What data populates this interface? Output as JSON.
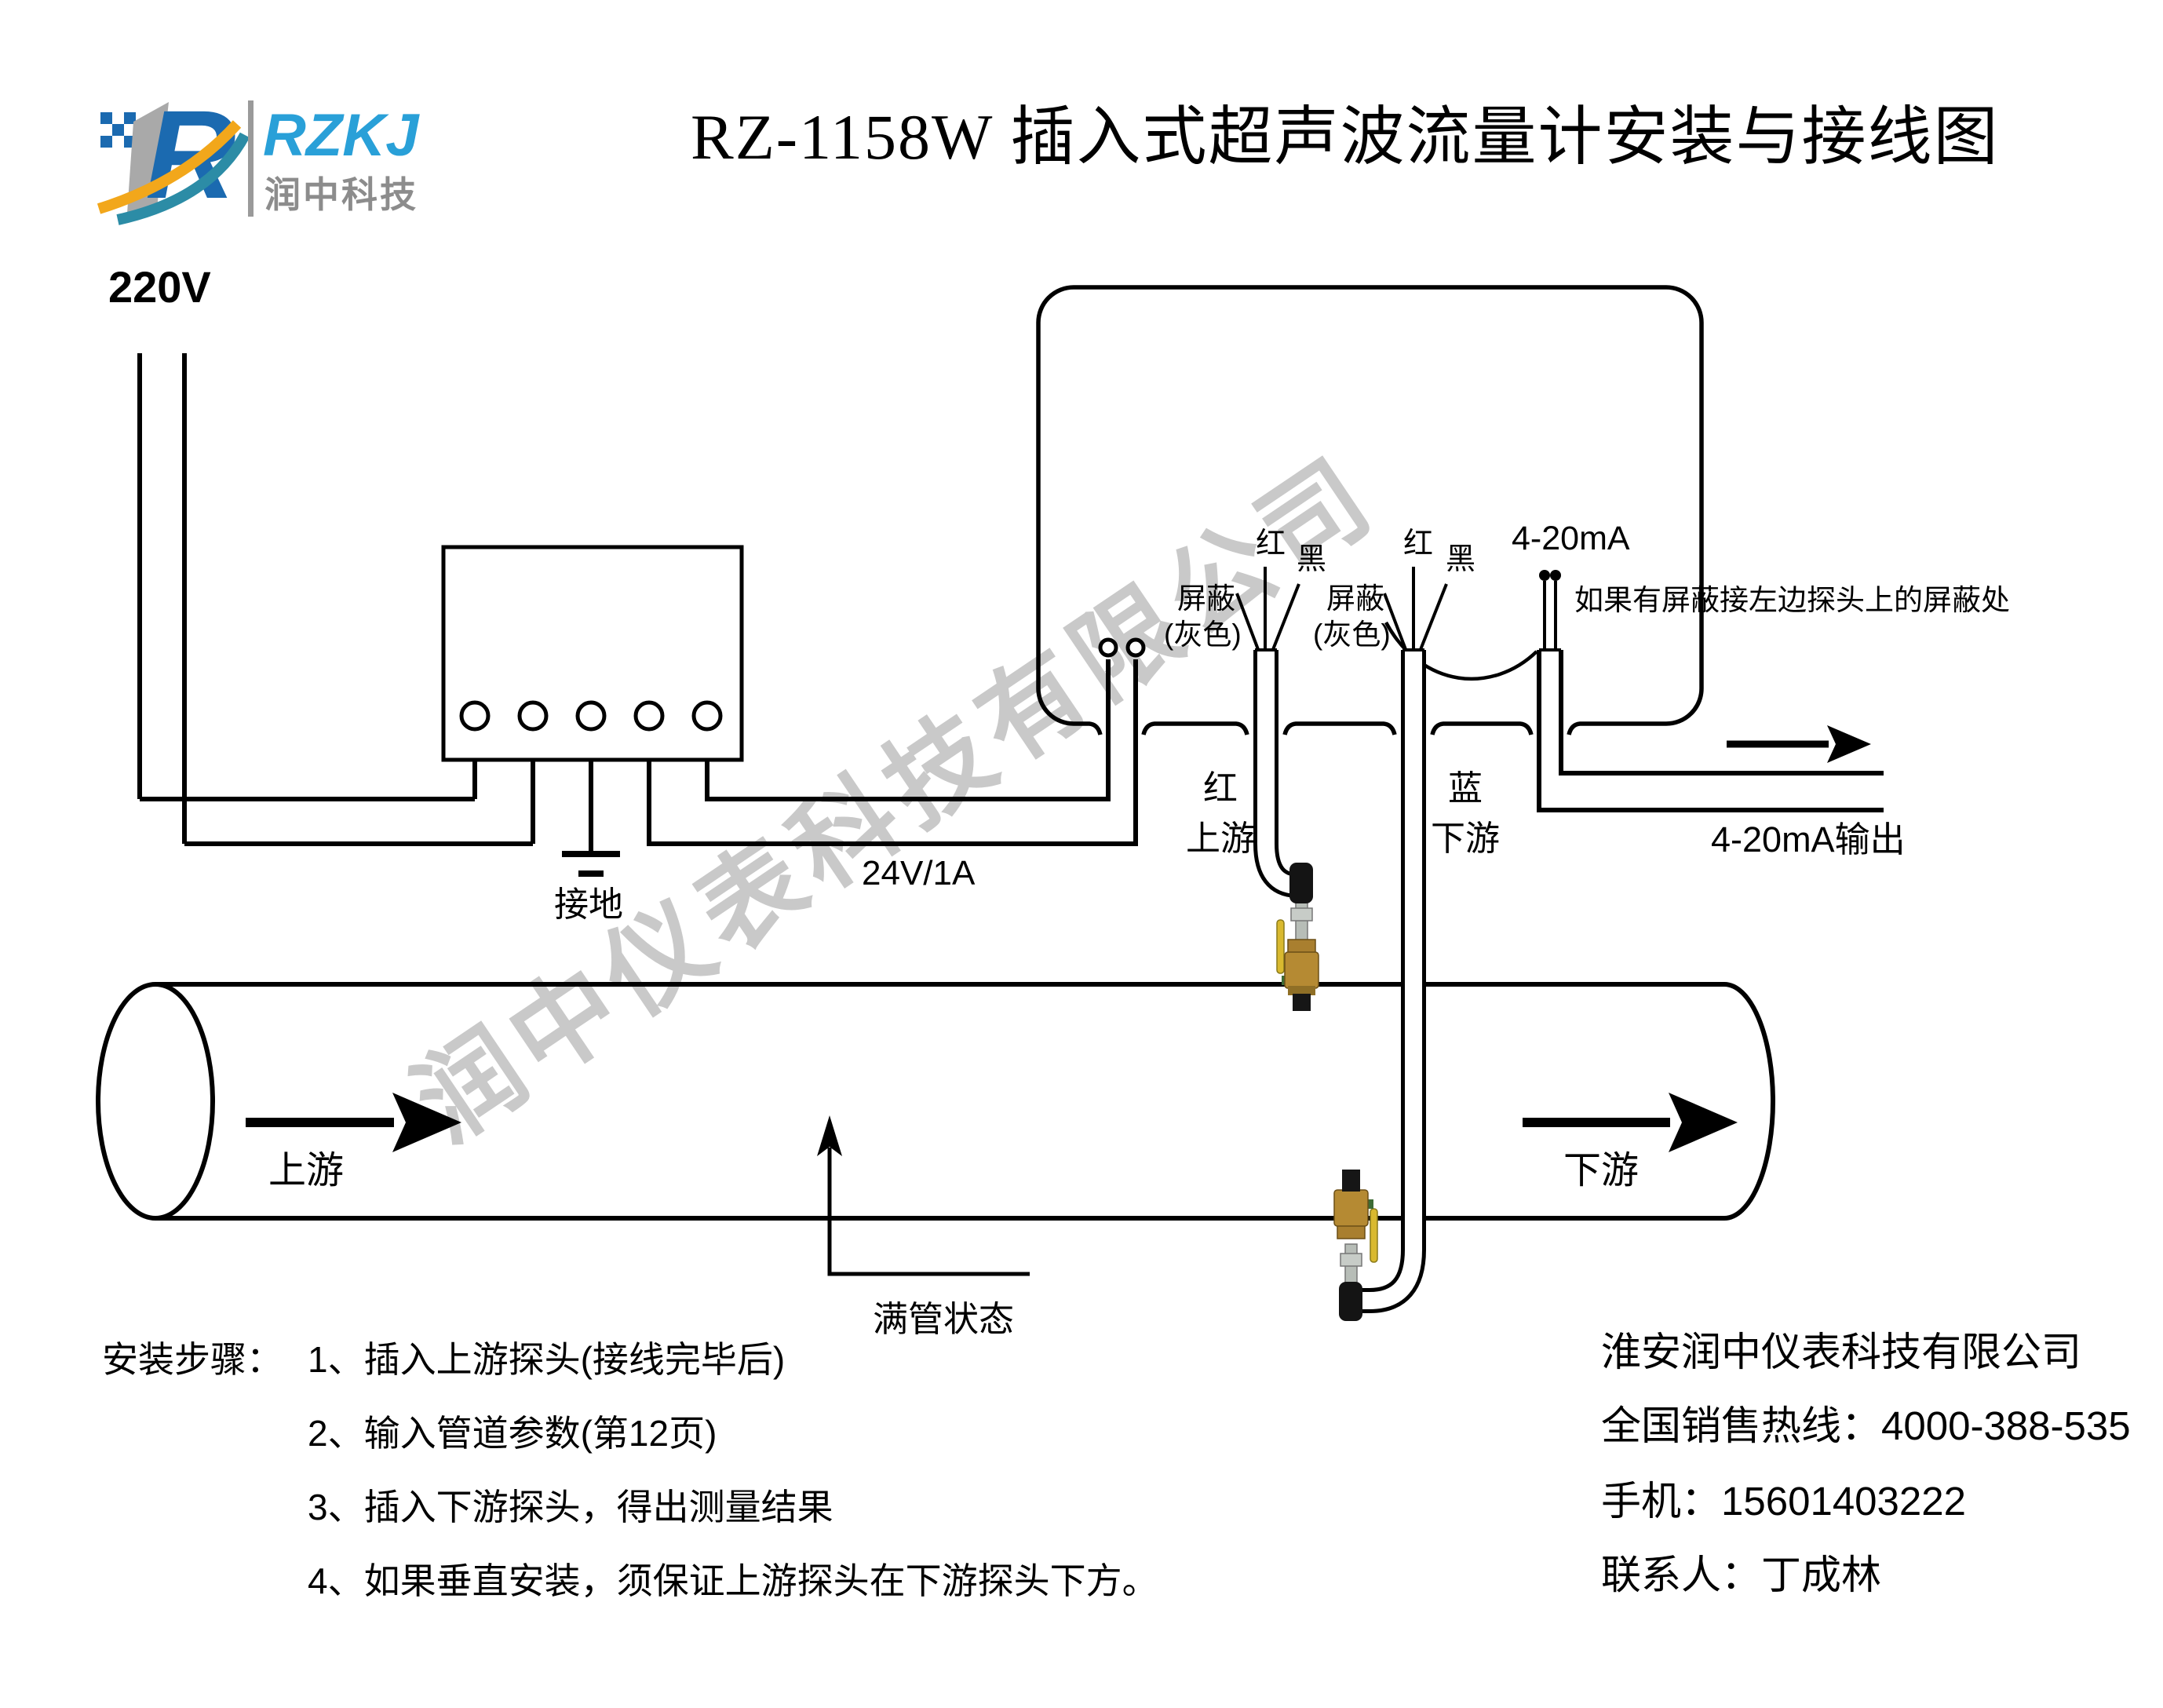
{
  "header": {
    "brand": "RZKJ",
    "brand_cn": "润中科技",
    "title": "RZ-1158W 插入式超声波流量计安装与接线图"
  },
  "power": {
    "voltage": "220V",
    "ground_label": "接地",
    "supply_label": "24V/1A"
  },
  "meter": {
    "shield_label": "屏蔽",
    "shield_color": "(灰色)",
    "red": "红",
    "black": "黑",
    "output_label": "4-20mA",
    "shield_note": "如果有屏蔽接左边探头上的屏蔽处",
    "upstream_wire": {
      "color": "红",
      "name": "上游"
    },
    "downstream_wire": {
      "color": "蓝",
      "name": "下游"
    },
    "output_caption": "4-20mA输出"
  },
  "pipe": {
    "upstream_label": "上游",
    "downstream_label": "下游",
    "full_pipe_label": "满管状态"
  },
  "steps": {
    "heading": "安装步骤：",
    "items": [
      "1、插入上游探头(接线完毕后)",
      "2、输入管道参数(第12页)",
      "3、插入下游探头，得出测量结果",
      "4、如果垂直安装，须保证上游探头在下游探头下方。"
    ]
  },
  "company": {
    "name": "淮安润中仪表科技有限公司",
    "hotline": "全国销售热线：4000-388-535",
    "mobile": "手机：15601403222",
    "contact": "联系人：丁成林"
  },
  "watermark": {
    "text": "润中仪表科技有限公司"
  },
  "colors": {
    "line": "#000000",
    "watermark_gray": "#c9c9c9",
    "logo_blue": "#1b6ab0",
    "logo_cyan": "#29a0d8",
    "logo_gray": "#8c8c8c",
    "logo_orange": "#f2a71b",
    "logo_teal": "#2c8ca6",
    "probe_brass": "#b58a33",
    "probe_handle": "#d9b92f"
  }
}
